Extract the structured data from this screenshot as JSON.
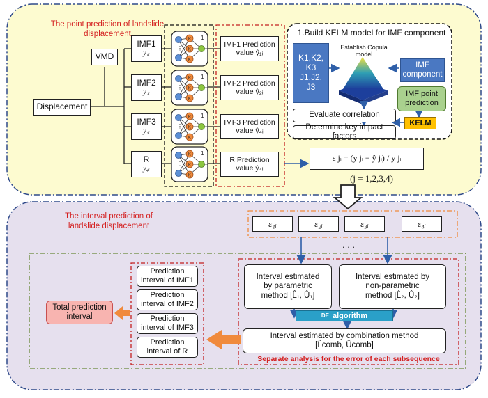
{
  "panel_top": {
    "title": "The point prediction of landslide\ndisplacement",
    "vmd": "VMD",
    "displacement": "Displacement",
    "components": [
      {
        "name": "IMF1",
        "sym": "y₁ᵢ",
        "pred": "IMF1 Prediction\nvalue ŷ₁ᵢ"
      },
      {
        "name": "IMF2",
        "sym": "y₂ᵢ",
        "pred": "IMF2 Prediction\nvalue ŷ₂ᵢ"
      },
      {
        "name": "IMF3",
        "sym": "y₃ᵢ",
        "pred": "IMF3 Prediction\nvalue ŷ₄ᵢ"
      },
      {
        "name": "R",
        "sym": "y₄ᵢ",
        "pred": "R Prediction\nvalue ŷ₄ᵢ"
      }
    ],
    "net_node_k": "K",
    "net_node_1": "1",
    "kelm_title": "1.Build KELM model for IMF component",
    "factors": "K1,K2,\nK3\nJ1,J2,\nJ3",
    "copula": "Establish Copula\nmodel",
    "imf_component": "IMF\ncomponent",
    "imf_point": "IMF point\nprediction",
    "kelm": "KELM",
    "evaluate": "Evaluate correlation",
    "determine": "Determine key impact factors",
    "error_formula": "ε jᵢ = (y jᵢ − ŷ jᵢ) / y jᵢ",
    "j_range": "(j = 1,2,3,4)"
  },
  "panel_bottom": {
    "title": "The interval prediction of\nlandslide displacement",
    "errors": [
      "ε₁ᵢ",
      "ε₂ᵢ",
      "ε₃ᵢ",
      "ε₄ᵢ"
    ],
    "ellipsis": ". . .",
    "parametric": "Interval estimated\nby parametric\nmethod [L̂₁, Û₁]",
    "nonparametric": "Interval estimated by\nnon-parametric\nmethod [L̂₂, Û₂]",
    "de_prefix": "DE",
    "de_label": "algorithm",
    "combination": "Interval estimated by combination method\n[L̂comb, Ûcomb]",
    "separate": "Separate analysis for  the error of each subsequence",
    "intervals": [
      "Prediction\ninterval of IMF1",
      "Prediction\ninterval of IMF2",
      "Prediction\ninterval of IMF3",
      "Prediction\ninterval of R"
    ],
    "total": "Total prediction\ninterval"
  },
  "colors": {
    "top_fill": "#fdfbd0",
    "bottom_fill": "#e6e0ee",
    "panel_border": "#2f4a8a",
    "red_dash": "#c42020",
    "blue_box": "#4a78c2",
    "green_box": "#a9d18e",
    "yellow_box": "#ffc000",
    "pink_box": "#f8b4b0",
    "teal_bar": "#2aa0c8",
    "orange_arrow": "#f08a3c"
  }
}
